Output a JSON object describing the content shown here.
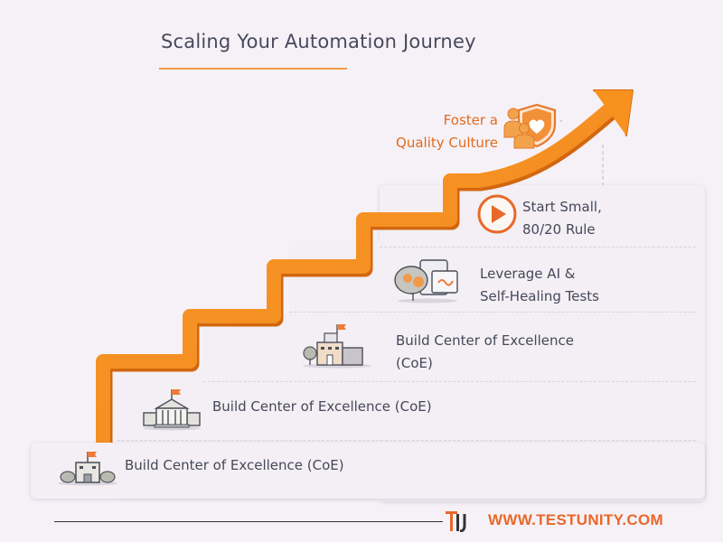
{
  "header": {
    "title": "Scaling Your Automation Journey"
  },
  "steps": [
    {
      "level": 1,
      "label": "Build Center of Excellence (CoE)",
      "icon": "office-building-icon"
    },
    {
      "level": 2,
      "label": "Build Center of Excellence (CoE)",
      "icon": "institution-building-icon"
    },
    {
      "level": 3,
      "label_line1": "Build Center of Excellence",
      "label_line2": "(CoE)",
      "icon": "campus-buildings-icon"
    },
    {
      "level": 4,
      "label_line1": "Leverage AI &",
      "label_line2": "Self-Healing Tests",
      "icon": "ai-brain-devices-icon"
    },
    {
      "level": 5,
      "label_line1": "Start Small,",
      "label_line2": "80/20 Rule",
      "icon": "play-circle-icon"
    }
  ],
  "summit": {
    "label_line1": "Foster a",
    "label_line2": "Quality Culture",
    "icon": "team-shield-heart-icon"
  },
  "footer": {
    "logo": "TU",
    "url": "WWW.TESTUNITY.COM"
  },
  "colors": {
    "accent": "#f7901e",
    "accent_dark": "#e06b1f",
    "text": "#45485a",
    "background": "#f6f1f7"
  }
}
